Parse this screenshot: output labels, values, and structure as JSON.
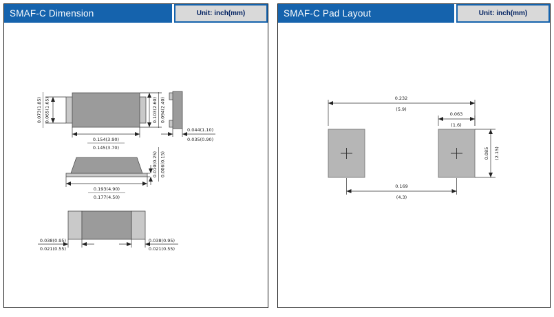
{
  "colors": {
    "header_bg": "#1563ad",
    "unit_box_border": "#1563ad",
    "unit_box_bg": "#d9d9d9",
    "unit_text": "#002060",
    "drawing_gray": "#9b9b9b",
    "terminal_gray": "#c9c9c9",
    "pad_gray": "#b6b6b6",
    "line_color": "#333333"
  },
  "dimension_panel": {
    "title": "SMAF-C Dimension",
    "unit_label": "Unit: inch(mm)",
    "top_view": {
      "height_terminal_max": "0.073(1.85)",
      "height_terminal_min": "0.065(1.65)",
      "height_body_max": "0.103(2.60)",
      "height_body_min": "0.094(2.40)",
      "width_body_max": "0.154(3.90)",
      "width_body_min": "0.145(3.70)"
    },
    "side_view": {
      "thickness_max": "0.044(1.10)",
      "thickness_min": "0.035(0.90)"
    },
    "profile_view": {
      "overall_width_max": "0.193(4.90)",
      "overall_width_min": "0.177(4.50)",
      "standoff_max": "0.010(0.25)",
      "standoff_min": "0.006(0.15)"
    },
    "bottom_view": {
      "left_terminal_max": "0.038(0.95)",
      "left_terminal_min": "0.021(0.55)",
      "right_terminal_max": "0.038(0.95)",
      "right_terminal_min": "0.021(0.55)"
    }
  },
  "pad_layout_panel": {
    "title": "SMAF-C Pad Layout",
    "unit_label": "Unit: inch(mm)",
    "dims": {
      "overall_width_inch": "0.232",
      "overall_width_mm": "(5.9)",
      "pad_width_inch": "0.063",
      "pad_width_mm": "(1.6)",
      "pad_height_inch": "0.085",
      "pad_height_mm": "(2.15)",
      "pitch_inch": "0.169",
      "pitch_mm": "(4.3)"
    }
  }
}
